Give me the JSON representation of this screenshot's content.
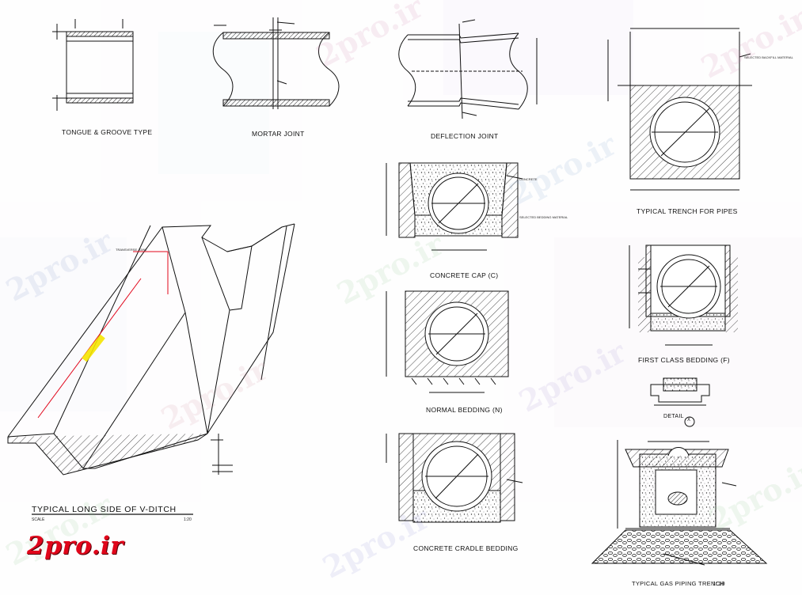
{
  "drawing": {
    "titles": {
      "tongue_groove": "TONGUE & GROOVE TYPE",
      "mortar_joint": "MORTAR JOINT",
      "deflection_joint": "DEFLECTION JOINT",
      "typical_trench": "TYPICAL TRENCH FOR PIPES",
      "concrete_cap": "CONCRETE CAP (C)",
      "first_class_bedding": "FIRST CLASS BEDDING (F)",
      "normal_bedding": "NORMAL BEDDING (N)",
      "detail": "DETAIL",
      "concrete_cradle": "CONCRETE CRADLE BEDDING",
      "v_ditch": "TYPICAL LONG SIDE OF V-DITCH",
      "gas_piping": "TYPICAL GAS PIPING TRENCH",
      "gas_piping_scale": "1:10"
    },
    "v_ditch_scale_left": "SCALE",
    "v_ditch_scale_right": "1:20",
    "detail_marker": "X",
    "notes": {
      "transverse_joint": "TRANSVERSE JOINT",
      "selected_fill": "SELECTED BACKFILL MATERIAL",
      "concrete": "CONCRETE",
      "bedding": "SELECTED BEDDING MATERIAL"
    },
    "watermark": "2pro.ir",
    "logo": "2pro.ir",
    "colors": {
      "line": "#111111",
      "accent_red": "#e1061b",
      "highlight_yellow": "#f5e400"
    }
  }
}
